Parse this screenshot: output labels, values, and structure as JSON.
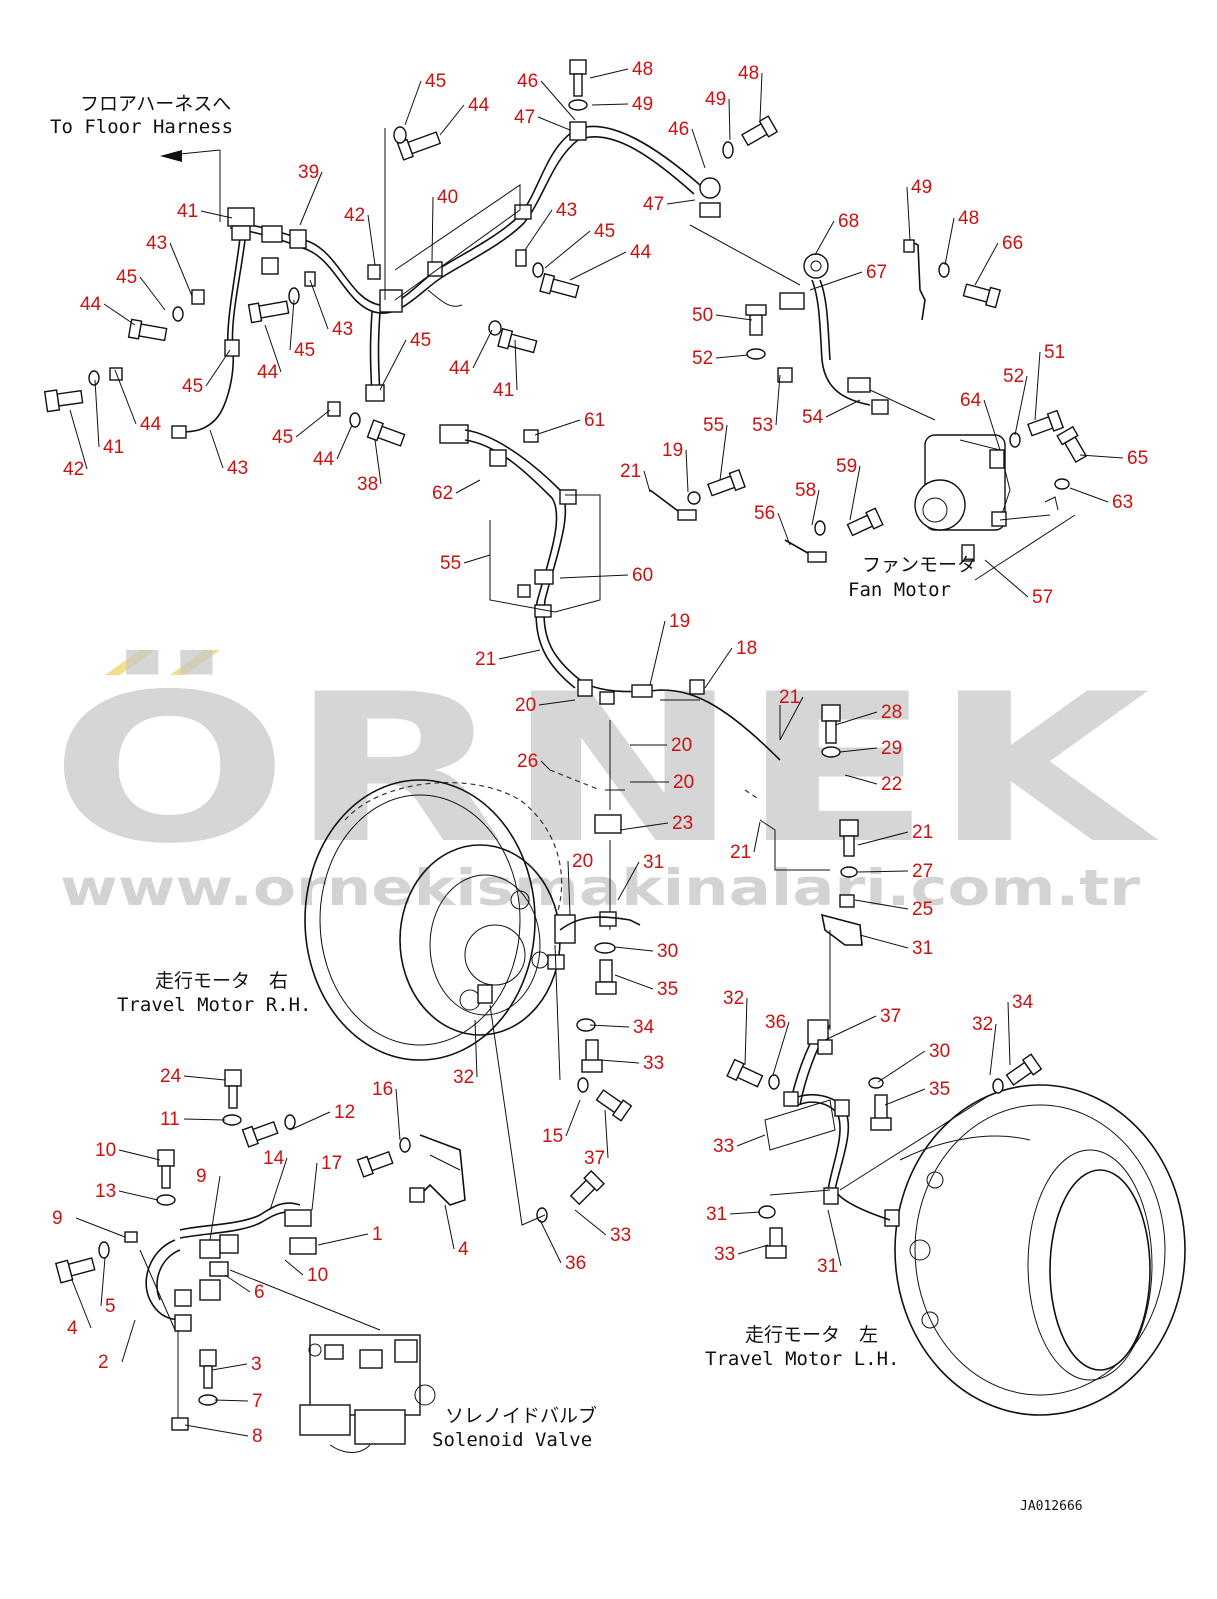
{
  "watermark": {
    "brand": "ÖRNEK",
    "url": "www.ornekismakinalari.com.tr",
    "brand_color": "#c8c8c8",
    "accent_color": "#f3df8a"
  },
  "colors": {
    "callout": "#cc1111",
    "line": "#111111"
  },
  "labels": {
    "floor_harness_jp": "フロアハーネスへ",
    "floor_harness_en": "To Floor Harness",
    "fan_motor_jp": "ファンモータ",
    "fan_motor_en": "Fan Motor",
    "travel_rh_jp": "走行モータ　右",
    "travel_rh_en": "Travel Motor R.H.",
    "travel_lh_jp": "走行モータ　左",
    "travel_lh_en": "Travel Motor L.H.",
    "solenoid_jp": "ソレノイドバルブ",
    "solenoid_en": "Solenoid Valve",
    "drawing_no": "JA012666"
  },
  "callouts": [
    "45",
    "44",
    "46",
    "48",
    "49",
    "47",
    "48",
    "49",
    "46",
    "47",
    "39",
    "41",
    "42",
    "40",
    "43",
    "45",
    "44",
    "43",
    "45",
    "44",
    "45",
    "43",
    "44",
    "45",
    "41",
    "44",
    "42",
    "45",
    "44",
    "38",
    "43",
    "45",
    "44",
    "41",
    "49",
    "48",
    "66",
    "68",
    "67",
    "50",
    "52",
    "53",
    "54",
    "51",
    "52",
    "64",
    "65",
    "63",
    "61",
    "62",
    "21",
    "19",
    "55",
    "59",
    "58",
    "56",
    "57",
    "55",
    "60",
    "21",
    "19",
    "18",
    "20",
    "21",
    "20",
    "20",
    "28",
    "29",
    "22",
    "23",
    "21",
    "27",
    "25",
    "26",
    "21",
    "20",
    "31",
    "30",
    "35",
    "34",
    "33",
    "32",
    "31",
    "24",
    "11",
    "12",
    "16",
    "17",
    "9",
    "10",
    "13",
    "14",
    "1",
    "10",
    "9",
    "4",
    "5",
    "6",
    "2",
    "3",
    "7",
    "8",
    "4",
    "15",
    "37",
    "36",
    "33",
    "32",
    "36",
    "37",
    "30",
    "35",
    "34",
    "32",
    "33",
    "31",
    "31",
    "33",
    "32"
  ]
}
